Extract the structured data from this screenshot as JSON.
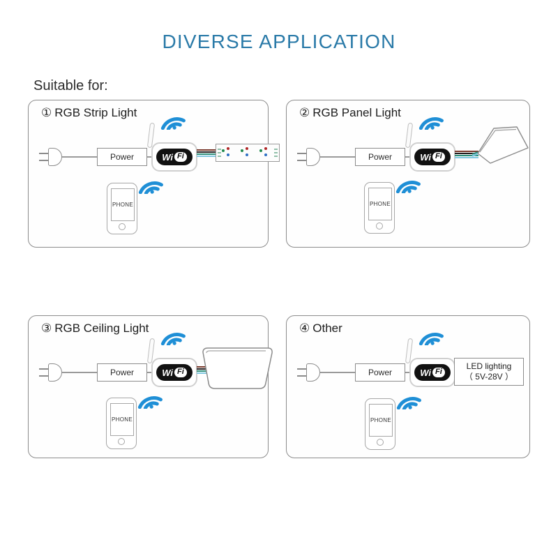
{
  "title": "DIVERSE APPLICATION",
  "suitable_label": "Suitable for:",
  "colors": {
    "title": "#2a7aa8",
    "wave": "#1f8fd6",
    "panel_border": "#8c8c8c",
    "wire": "#9a9a9a",
    "led_red": "#b02727",
    "led_green": "#1f8a4c",
    "led_blue": "#2f6fc4"
  },
  "common": {
    "power_label": "Power",
    "wifi_logo_wi": "Wi",
    "wifi_logo_fi": "Fi",
    "phone_label": "PHONE",
    "icons": {
      "wifi_wave": "wifi-wave-icon",
      "antenna": "antenna-icon",
      "plug": "power-plug-icon",
      "phone": "smartphone-icon"
    }
  },
  "panels": [
    {
      "number": "①",
      "label": "RGB Strip Light",
      "device": "led-strip",
      "device_label": ""
    },
    {
      "number": "②",
      "label": "RGB Panel Light",
      "device": "flat-panel-light",
      "device_label": ""
    },
    {
      "number": "③",
      "label": "RGB Ceiling Light",
      "device": "ceiling-light",
      "device_label": ""
    },
    {
      "number": "④",
      "label": "Other",
      "device": "led-lighting-box",
      "device_label_line1": "LED lighting",
      "device_label_line2": "（ 5V-28V ）"
    }
  ]
}
